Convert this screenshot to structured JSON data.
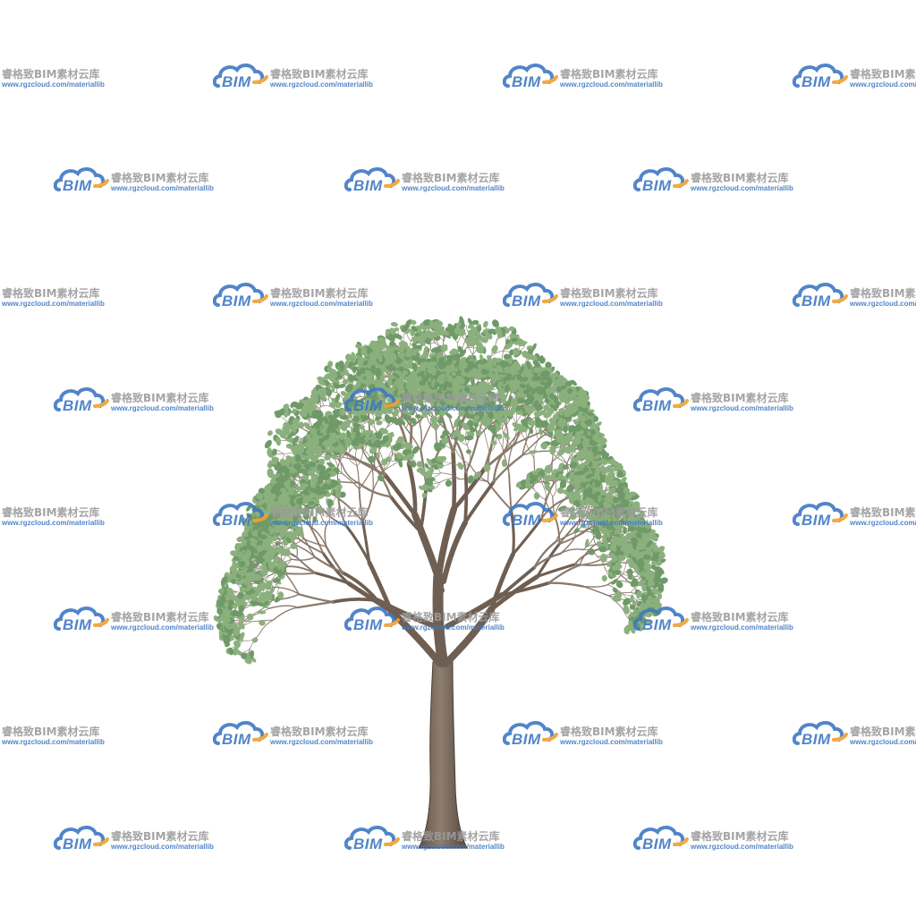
{
  "image": {
    "subject": "tree-icon",
    "colors": {
      "background": "#ffffff",
      "bark": "#7a6a5c",
      "bark_dark": "#5a4b3f",
      "leaf": "#8bb07e",
      "leaf_dark": "#5f8a5a"
    }
  },
  "watermark": {
    "title": "睿格致BIM素材云库",
    "url": "www.rgzcloud.com/materiallib",
    "logo_text": "BIM",
    "colors": {
      "logo_blue": "#3f78c4",
      "logo_orange": "#f0a030",
      "text_gray": "#9b9b9b"
    }
  }
}
